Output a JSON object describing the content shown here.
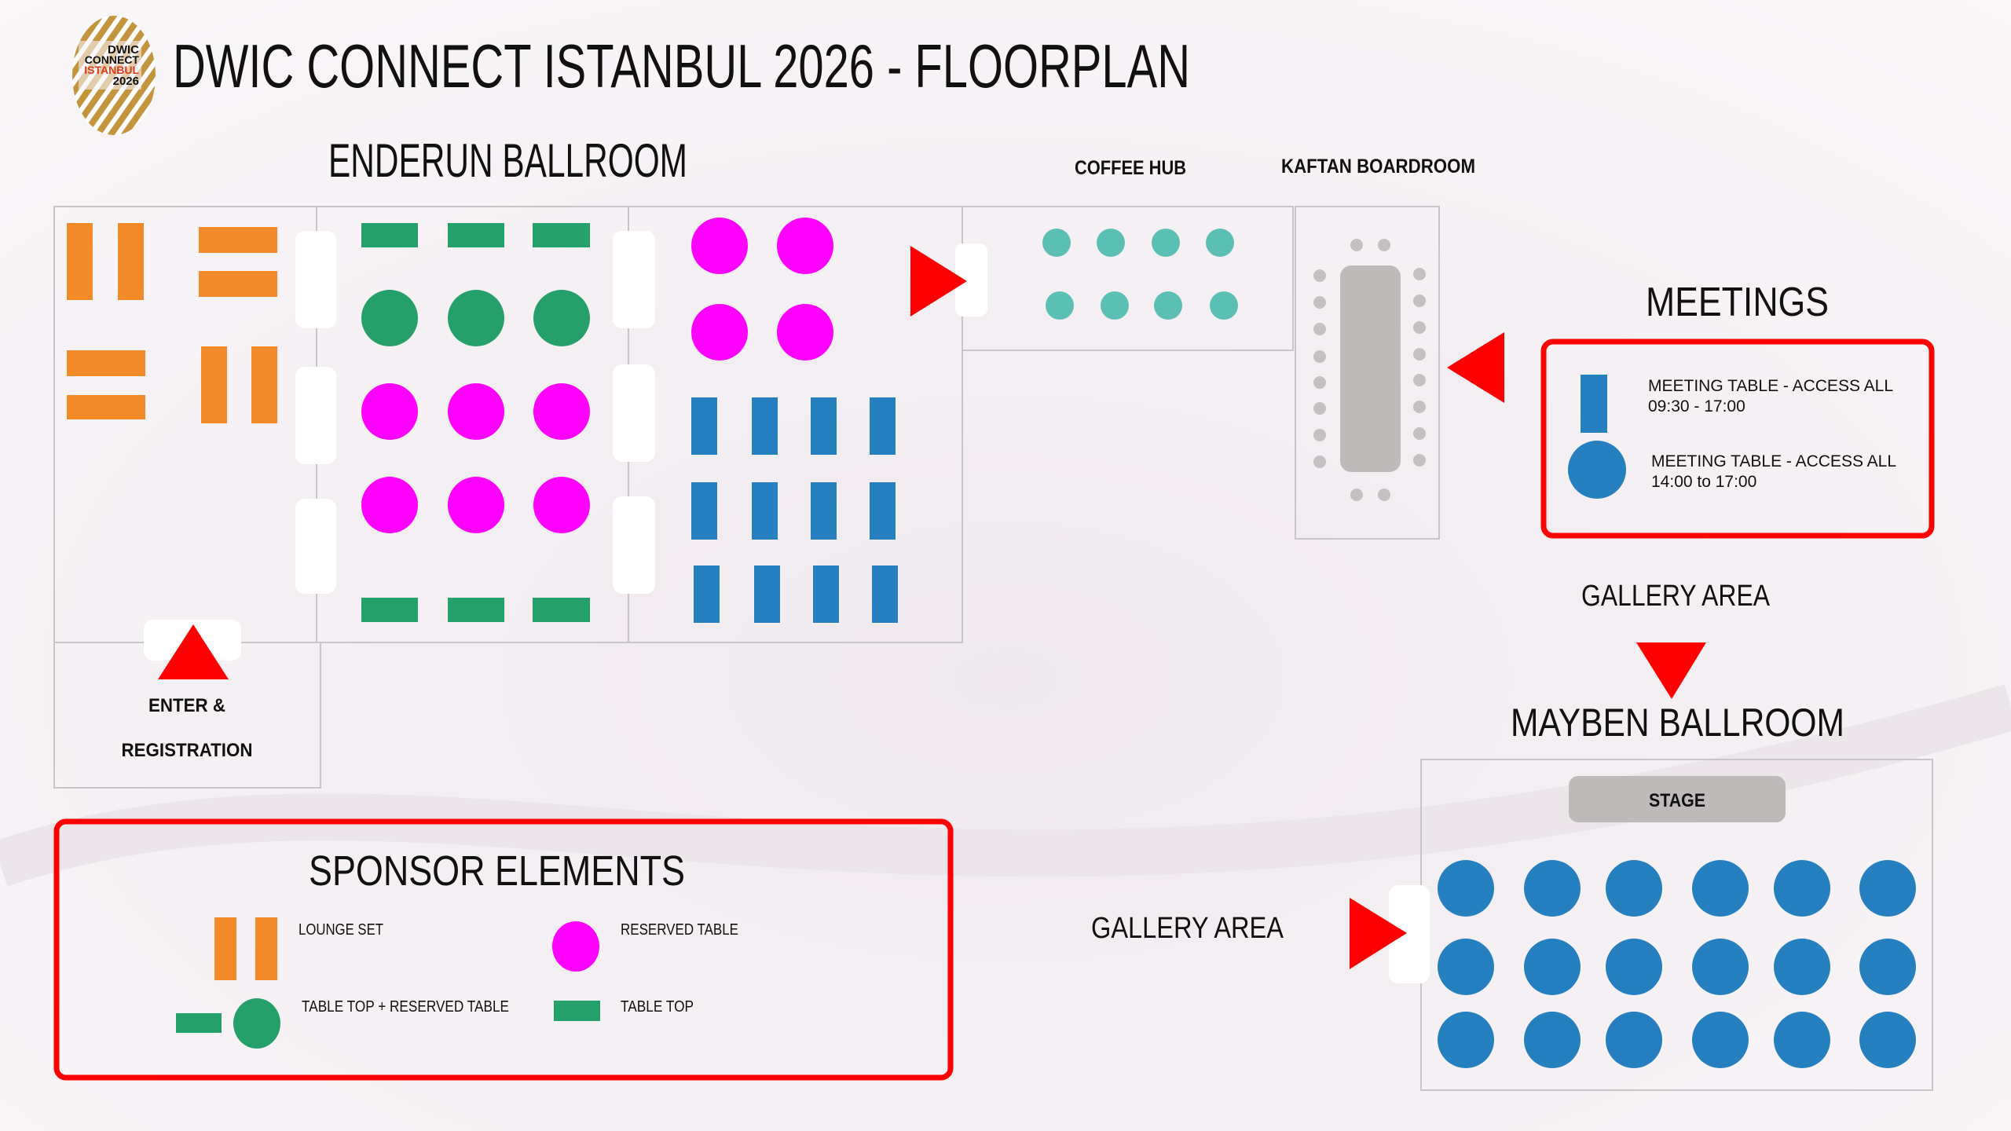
{
  "logo": {
    "line1": "DWIC",
    "line2": "CONNECT",
    "line3": "ISTANBUL",
    "line4": "2026"
  },
  "title": "DWIC CONNECT ISTANBUL 2026 - FLOORPLAN",
  "rooms": {
    "enderun": "ENDERUN BALLROOM",
    "coffee_hub": "COFFEE HUB",
    "kaftan": "KAFTAN BOARDROOM",
    "mayben": "MAYBEN BALLROOM",
    "stage": "STAGE",
    "gallery_top": "GALLERY AREA",
    "gallery_left": "GALLERY AREA",
    "enter_line1": "ENTER &",
    "enter_line2": "REGISTRATION"
  },
  "meetings": {
    "title": "MEETINGS",
    "items": [
      {
        "label": "MEETING TABLE - ACCESS ALL",
        "time": "09:30 - 17:00",
        "icon": "rectangle-table"
      },
      {
        "label": "MEETING TABLE - ACCESS ALL",
        "time": "14:00 to 17:00",
        "icon": "round-table"
      }
    ]
  },
  "sponsor": {
    "title": "SPONSOR ELEMENTS",
    "items": [
      {
        "label": "LOUNGE SET",
        "color": "#f28a2a"
      },
      {
        "label": "RESERVED TABLE",
        "color": "#ff00ff"
      },
      {
        "label": "TABLE TOP + RESERVED TABLE",
        "color": "#26a06a"
      },
      {
        "label": "TABLE TOP",
        "color": "#26a06a"
      }
    ]
  },
  "colors": {
    "orange": "#f28a2a",
    "green": "#26a06a",
    "magenta": "#ff00ff",
    "blue": "#2680c0",
    "teal": "#5bbfb5",
    "red": "#ff0000",
    "gray": "#bfbaba"
  }
}
